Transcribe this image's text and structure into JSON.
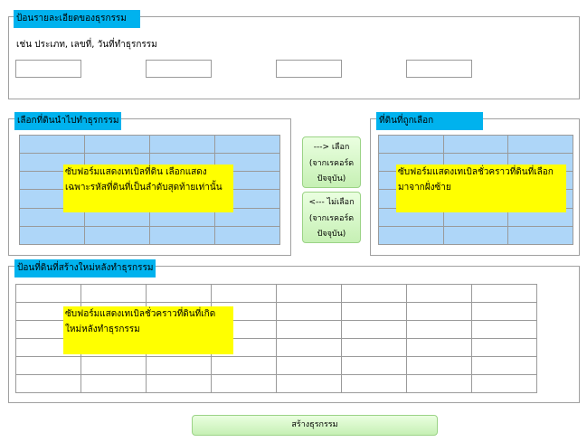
{
  "details": {
    "legend": "ป้อนรายละเอียดของธุรกรรม",
    "hint": "เช่น ประเภท, เลขที่, วันที่ทำธุรกรรม",
    "fields": [
      "",
      "",
      "",
      ""
    ]
  },
  "select_parcels": {
    "legend": "เลือกที่ดินนำไปทำธุรกรรม",
    "note": "ซับฟอร์มแสดงเทเบิลที่ดิน เลือกแสดงเฉพาะรหัสที่ดินที่เป็นลำดับสุดท้ายเท่านั้น"
  },
  "controls": {
    "select_line1": "---> เลือก",
    "select_line2": "(จากเรคอร์ด",
    "select_line3": "ปัจจุบัน)",
    "deselect_line1": "<--- ไม่เลือก",
    "deselect_line2": "(จากเรคอร์ด",
    "deselect_line3": "ปัจจุบัน)"
  },
  "selected_parcels": {
    "legend": "ที่ดินที่ถูกเลือก",
    "note": "ซับฟอร์มแสดงเทเบิลชั่วคราวที่ดินที่เลือกมาจากฝั่งซ้าย"
  },
  "new_parcels": {
    "legend": "ป้อนที่ดินที่สร้างใหม่หลังทำธุรกรรม",
    "note": "ซับฟอร์มแสดงเทเบิลชั่วคราวที่ดินที่เกิดใหม่หลังทำธุรกรรม"
  },
  "create_button": "สร้างธุรกรรม"
}
